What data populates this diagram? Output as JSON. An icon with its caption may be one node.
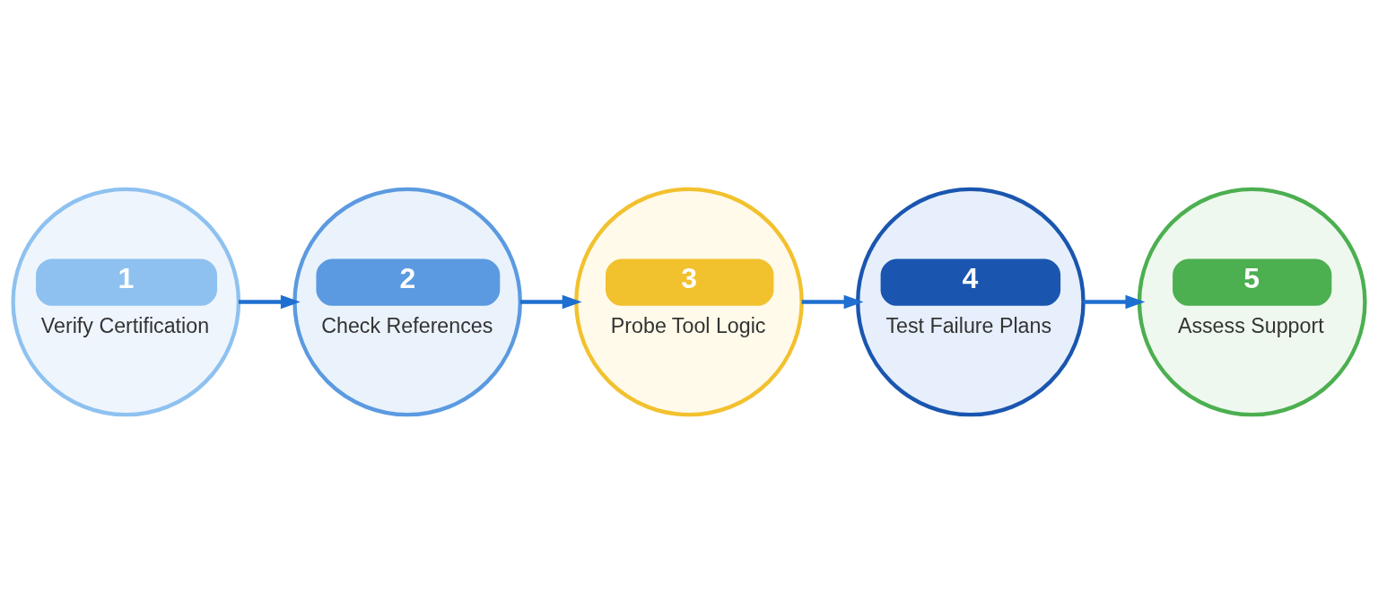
{
  "diagram": {
    "nodes": [
      {
        "text": [
          "1",
          "Verify Certification"
        ]
      },
      {
        "text": [
          "2",
          "Check References"
        ]
      },
      {
        "text": [
          "3",
          "Probe Tool Logic"
        ]
      },
      {
        "text": [
          "4",
          "Test Failure Plans"
        ]
      },
      {
        "text": [
          "5",
          "Assess Support"
        ]
      }
    ],
    "edges": [
      {
        "from": 0,
        "to": 1,
        "arrow": "to"
      },
      {
        "from": 1,
        "to": 2,
        "arrow": "to"
      },
      {
        "from": 2,
        "to": 3,
        "arrow": "to"
      },
      {
        "from": 3,
        "to": 4,
        "arrow": "to"
      }
    ]
  }
}
